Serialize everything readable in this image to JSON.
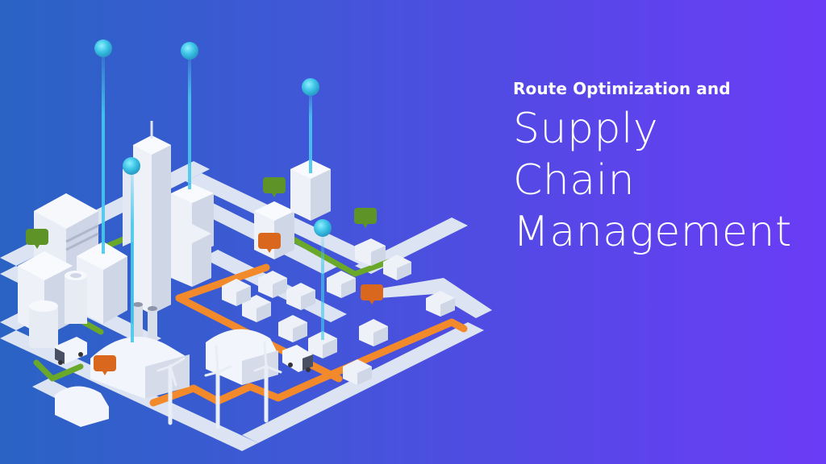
{
  "banner": {
    "subtitle": "Route Optimization and",
    "title_lines": [
      "Supply",
      "Chain",
      "Management"
    ]
  },
  "illustration": {
    "description": "Isometric smart city with buildings, roads, delivery vans, wind turbines and location pins",
    "colors": {
      "background_left": "#2a63c4",
      "background_right": "#6b3cf6",
      "buildings": "#eef1f8",
      "road": "#dfe6f3",
      "route_orange": "#f28a2c",
      "route_green": "#6aa82a",
      "pin_cyan": "#3fc6e6",
      "bubble_green": "#5e9427",
      "bubble_orange": "#d9681e"
    },
    "icons": [
      "location-pin-icon",
      "chat-bubble-icon",
      "delivery-van-icon",
      "wind-turbine-icon"
    ]
  }
}
